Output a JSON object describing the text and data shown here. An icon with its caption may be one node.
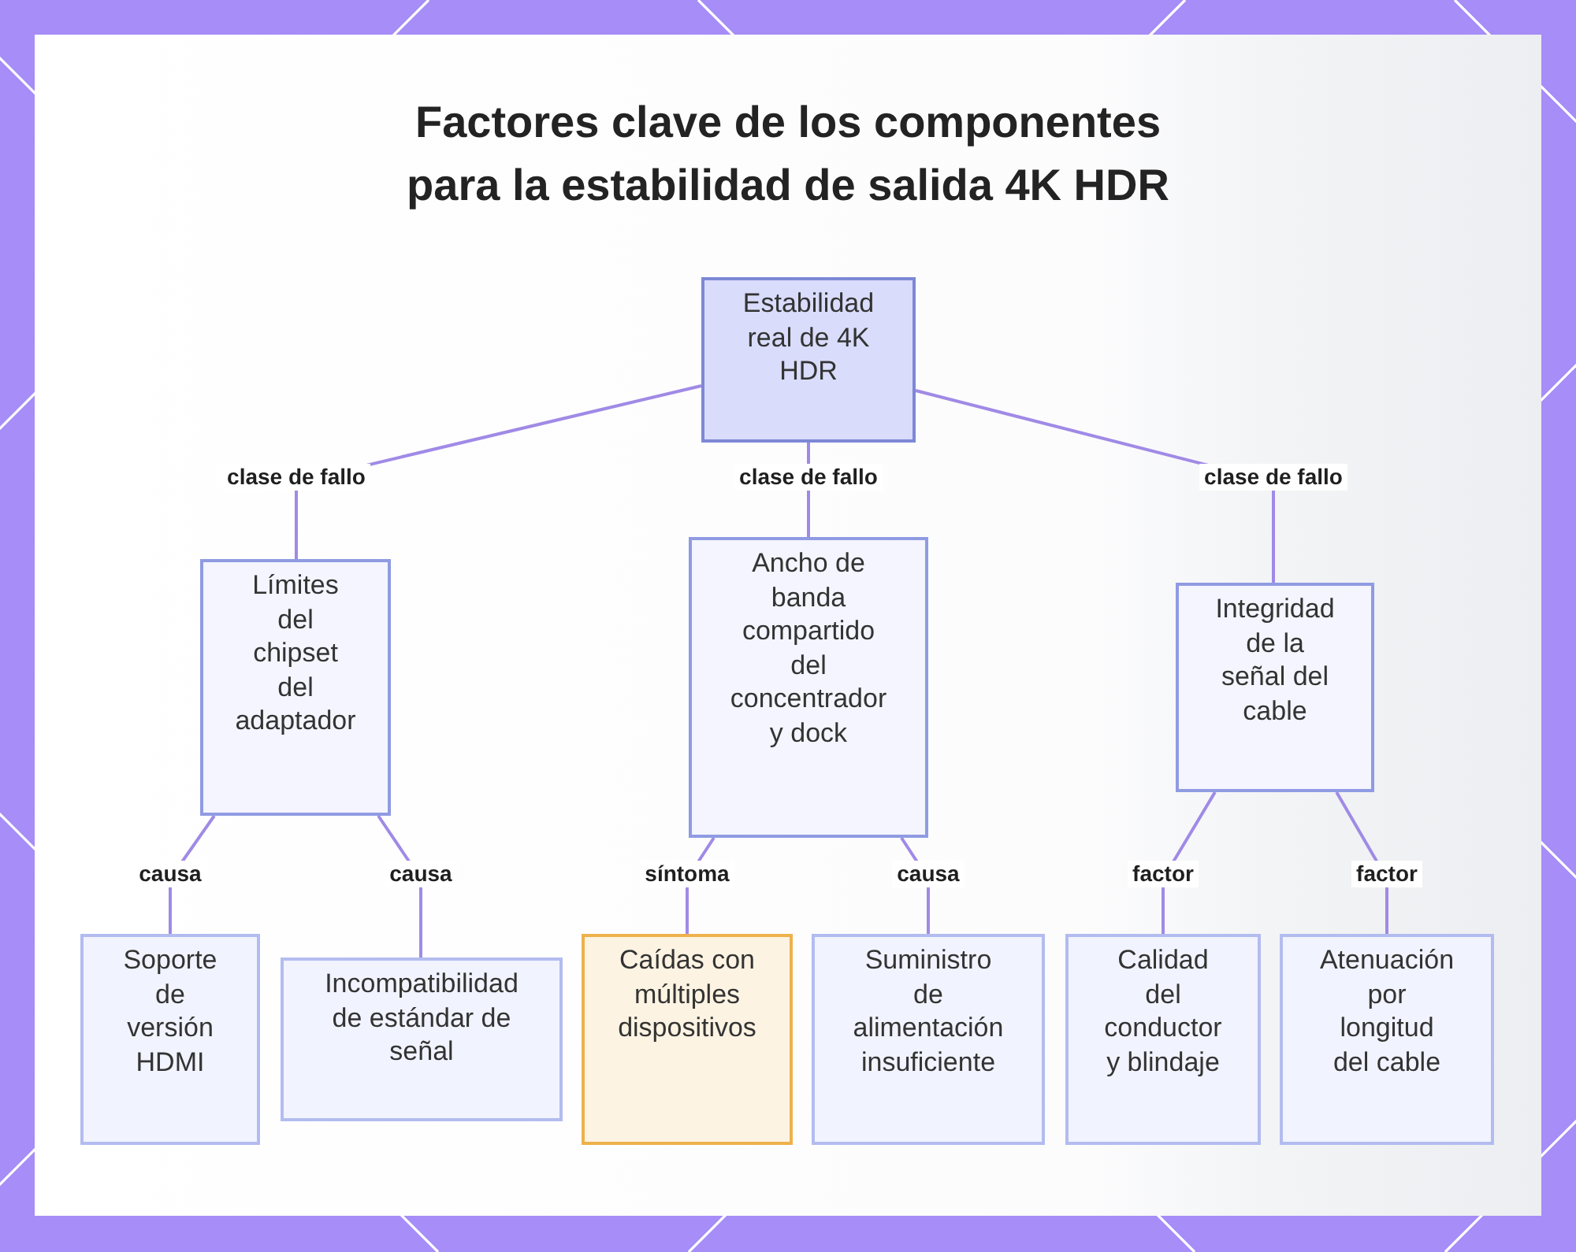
{
  "diagram": {
    "title": "Factores clave de los componentes para la estabilidad de salida 4K HDR",
    "nodes": [
      {
        "text": [
          "Estabilidad real de 4K HDR"
        ]
      },
      {
        "text": [
          "Límites del chipset del adaptador"
        ]
      },
      {
        "text": [
          "Ancho de banda compartido del concentrador y dock"
        ]
      },
      {
        "text": [
          "Integridad de la señal del cable"
        ]
      },
      {
        "text": [
          "Soporte de versión HDMI"
        ]
      },
      {
        "text": [
          "Incompatibilidad de estándar de señal"
        ]
      },
      {
        "text": [
          "Caídas con múltiples dispositivos"
        ]
      },
      {
        "text": [
          "Suministro de alimentación insuficiente"
        ]
      },
      {
        "text": [
          "Calidad del conductor y blindaje"
        ]
      },
      {
        "text": [
          "Atenuación por longitud del cable"
        ]
      }
    ],
    "edges": [
      {
        "from": 0,
        "to": 1,
        "arrow": "none",
        "label": "clase de fallo"
      },
      {
        "from": 0,
        "to": 2,
        "arrow": "none",
        "label": "clase de fallo"
      },
      {
        "from": 0,
        "to": 3,
        "arrow": "none",
        "label": "clase de fallo"
      },
      {
        "from": 1,
        "to": 4,
        "arrow": "none",
        "label": "causa"
      },
      {
        "from": 1,
        "to": 5,
        "arrow": "none",
        "label": "causa"
      },
      {
        "from": 2,
        "to": 6,
        "arrow": "none",
        "label": "síntoma"
      },
      {
        "from": 2,
        "to": 7,
        "arrow": "none",
        "label": "causa"
      },
      {
        "from": 3,
        "to": 8,
        "arrow": "none",
        "label": "factor"
      },
      {
        "from": 3,
        "to": 9,
        "arrow": "none",
        "label": "factor"
      }
    ]
  }
}
